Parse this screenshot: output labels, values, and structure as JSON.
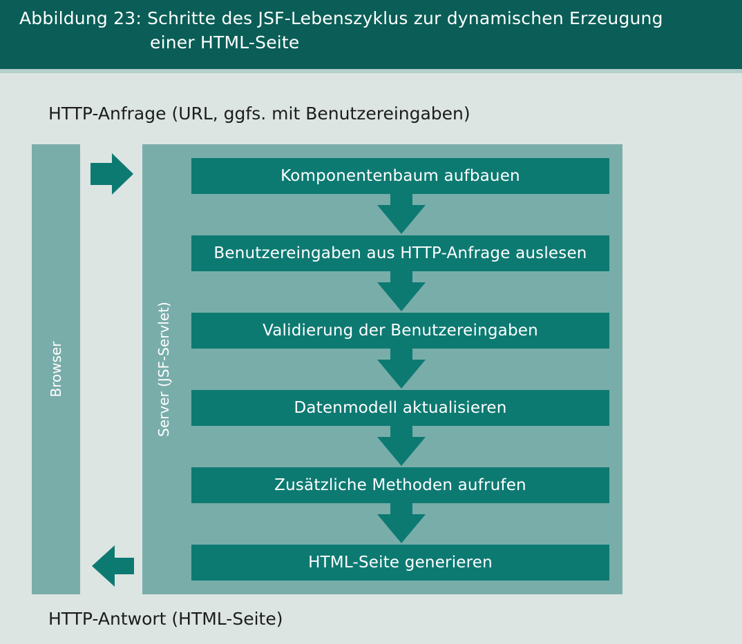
{
  "figure": {
    "caption_line1": "Abbildung 23: Schritte des JSF-Lebenszyklus zur dynamischen Erzeugung",
    "caption_line2": "einer HTML-Seite"
  },
  "request": {
    "label": "HTTP-Anfrage (URL, ggfs. mit Benutzereingaben)"
  },
  "response": {
    "label": "HTTP-Antwort (HTML-Seite)"
  },
  "browser": {
    "label": "Browser"
  },
  "server": {
    "label": "Server (JSF-Servlet)"
  },
  "steps": [
    "Komponentenbaum aufbauen",
    "Benutzereingaben aus HTTP-Anfrage auslesen",
    "Validierung der Benutzereingaben",
    "Datenmodell aktualisieren",
    "Zusätzliche Methoden aufrufen",
    "HTML-Seite generieren"
  ],
  "colors": {
    "header_bg": "#0a5e57",
    "page_bg": "#dce5e2",
    "panel": "#79adaa",
    "step_bg": "#0d7a72",
    "arrow": "#0d7a72"
  }
}
